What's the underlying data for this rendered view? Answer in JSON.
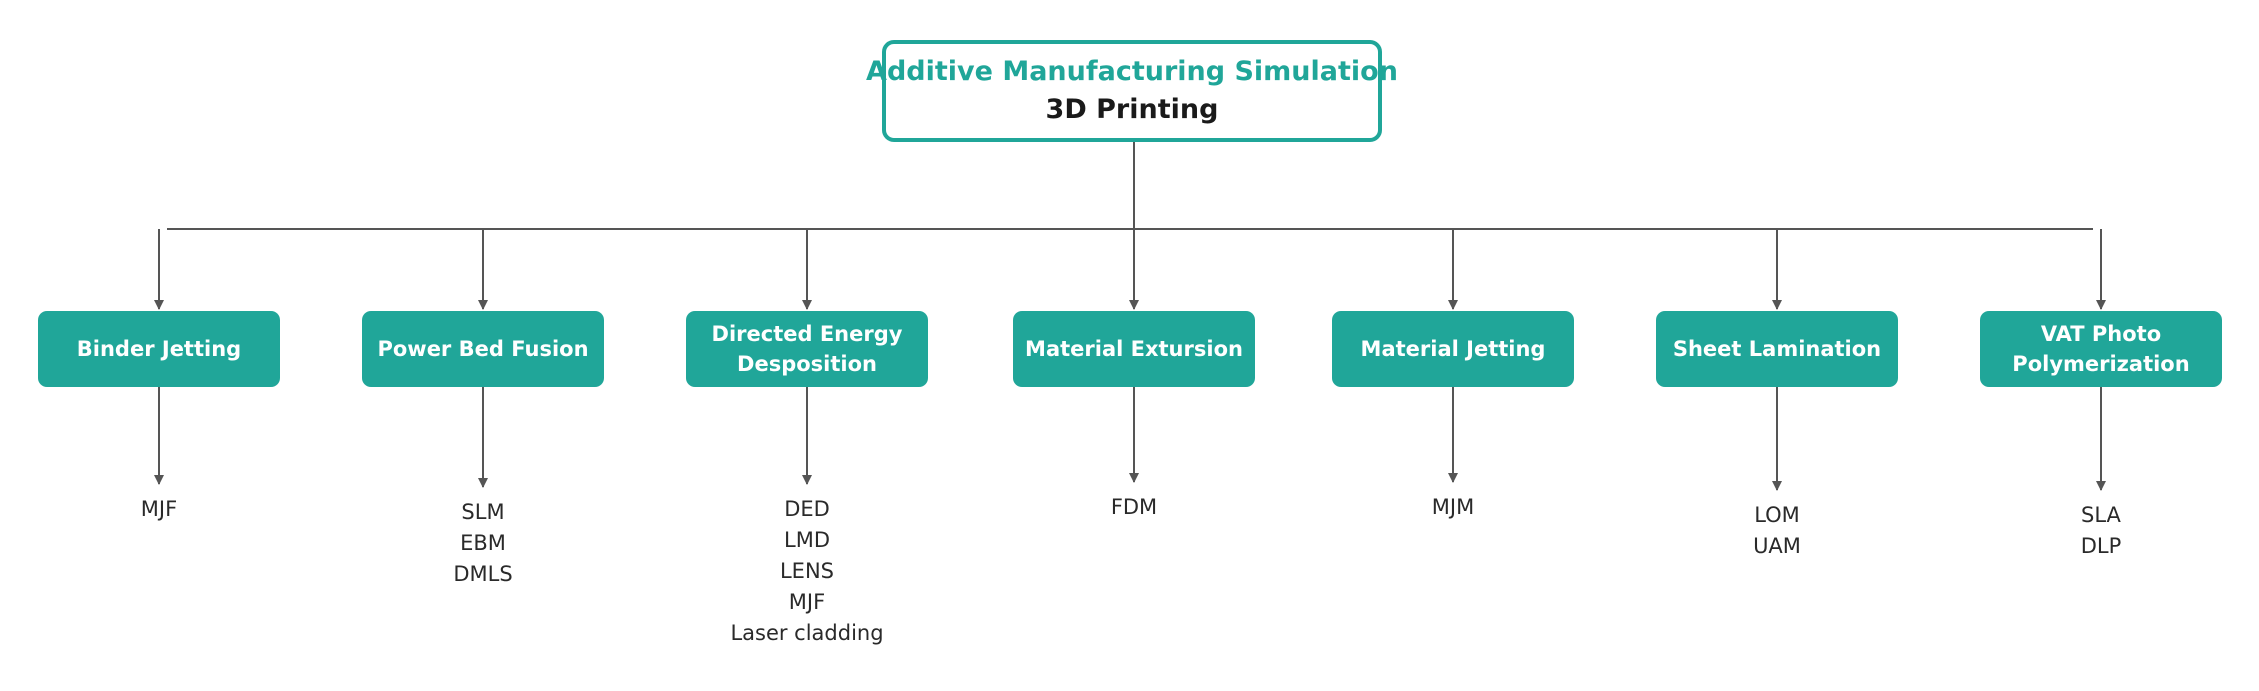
{
  "root": {
    "title": "Additive Manufacturing Simulation",
    "subtitle": "3D Printing"
  },
  "colors": {
    "accent": "#20a699",
    "connector": "#555555"
  },
  "categories": [
    {
      "label": "Binder Jetting",
      "items": [
        "MJF"
      ]
    },
    {
      "label": "Power Bed Fusion",
      "items": [
        "SLM",
        "EBM",
        "DMLS"
      ]
    },
    {
      "label": "Directed Energy\nDesposition",
      "items": [
        "DED",
        "LMD",
        "LENS",
        "MJF",
        "Laser cladding"
      ]
    },
    {
      "label": "Material Extursion",
      "items": [
        "FDM"
      ]
    },
    {
      "label": "Material Jetting",
      "items": [
        "MJM"
      ]
    },
    {
      "label": "Sheet Lamination",
      "items": [
        "LOM",
        "UAM"
      ]
    },
    {
      "label": "VAT Photo\nPolymerization",
      "items": [
        "SLA",
        "DLP"
      ]
    }
  ]
}
